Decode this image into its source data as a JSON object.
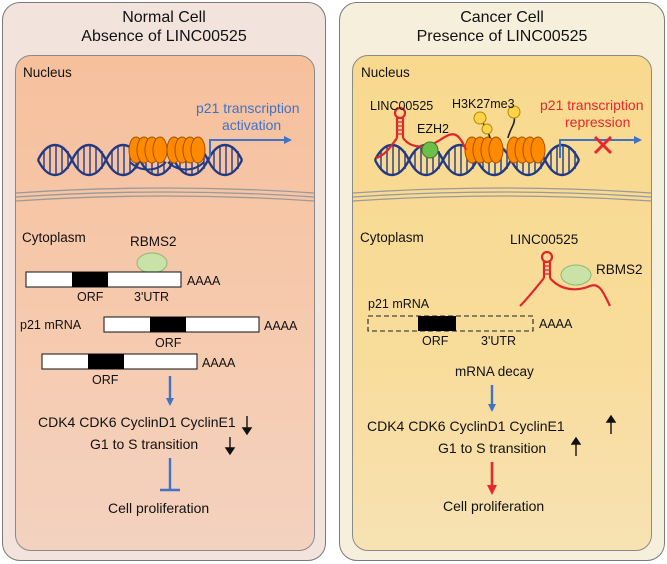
{
  "left": {
    "title": "Normal Cell",
    "subtitle": "Absence of LINC00525",
    "nucleus_label": "Nucleus",
    "transcription_line1": "p21 transcription",
    "transcription_line2": "activation",
    "cytoplasm_label": "Cytoplasm",
    "rbms2_label": "RBMS2",
    "mrna1": {
      "tail": "AAAA",
      "orf": "ORF",
      "utr": "3'UTR"
    },
    "mrna2": {
      "label": "p21 mRNA",
      "tail": "AAAA",
      "orf": "ORF"
    },
    "mrna3": {
      "tail": "AAAA",
      "orf": "ORF"
    },
    "genes": "CDK4 CDK6 CyclinD1 CyclinE1",
    "transition": "G1 to S transition",
    "outcome": "Cell proliferation"
  },
  "right": {
    "title": "Cancer Cell",
    "subtitle": "Presence of LINC00525",
    "nucleus_label": "Nucleus",
    "linc_nucleus": "LINC00525",
    "ezh2": "EZH2",
    "h3k27me3": "H3K27me3",
    "repression_line1": "p21 transcription",
    "repression_line2": "repression",
    "cytoplasm_label": "Cytoplasm",
    "linc_cyto": "LINC00525",
    "rbms2_label": "RBMS2",
    "mrna": {
      "label": "p21 mRNA",
      "tail": "AAAA",
      "orf": "ORF",
      "utr": "3'UTR"
    },
    "decay": "mRNA decay",
    "genes": "CDK4 CDK6 CyclinD1 CyclinE1",
    "transition": "G1 to S transition",
    "outcome": "Cell proliferation"
  },
  "colors": {
    "left_panel": "#f2e4dc",
    "left_nucleus": "#f6c7a6",
    "right_panel": "#f6efdc",
    "right_nucleus": "#f9dd97",
    "dna": "#223a84",
    "nucleosome": "#ff8a00",
    "activation_blue": "#3f73c6",
    "repression_red": "#e8262b",
    "rna_red": "#e0262a",
    "rbms2_green": "#c9e2a8",
    "ezh2_green": "#6dbf4a",
    "methyl_yellow": "#ffd24a"
  },
  "icons": [
    "dna-helix-icon",
    "nucleosome-icon",
    "arrow-icon",
    "inhibit-icon",
    "cross-icon",
    "hairpin-rna-icon"
  ]
}
